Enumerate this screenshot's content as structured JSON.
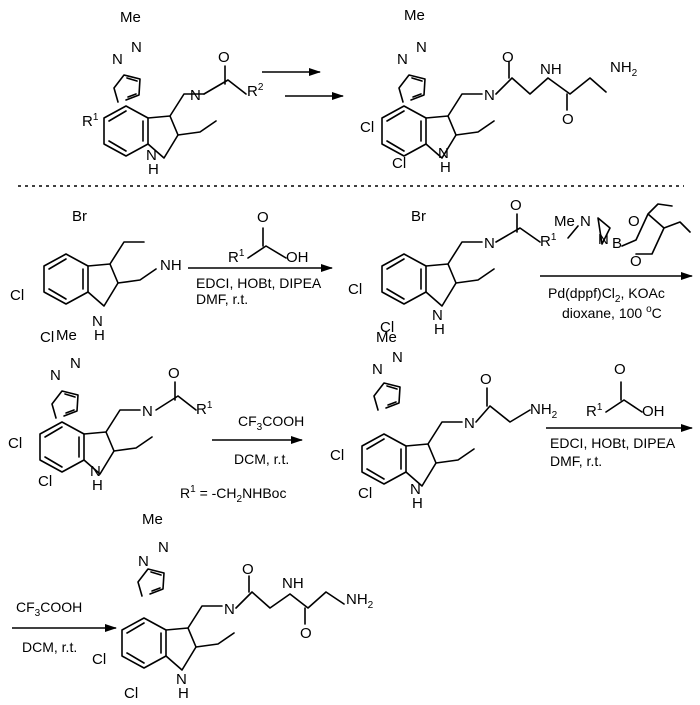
{
  "atoms": {
    "me": "Me",
    "n": "N",
    "nh": "NH",
    "nh2": "NH",
    "h": "H",
    "o": "O",
    "oh": "OH",
    "br": "Br",
    "cl": "Cl",
    "b": "B",
    "r": "R",
    "one": "1",
    "two": "2"
  },
  "conditions": {
    "step1": {
      "line1": "EDCI, HOBt, DIPEA",
      "line2": "DMF, r.t."
    },
    "step2": {
      "line1": "Pd(dppf)Cl",
      "line1_sub": "2",
      "line1_tail": ", KOAc",
      "line2": "dioxane, 100 ",
      "line2_sup": "o",
      "line2_tail": "C"
    },
    "step3": {
      "line1a": "CF",
      "line1_sub": "3",
      "line1b": "COOH",
      "line2": "DCM, r.t."
    },
    "r1_def": {
      "a": "R",
      "sup": "1",
      "b": " = -CH",
      "sub": "2",
      "c": "NHBoc"
    }
  }
}
